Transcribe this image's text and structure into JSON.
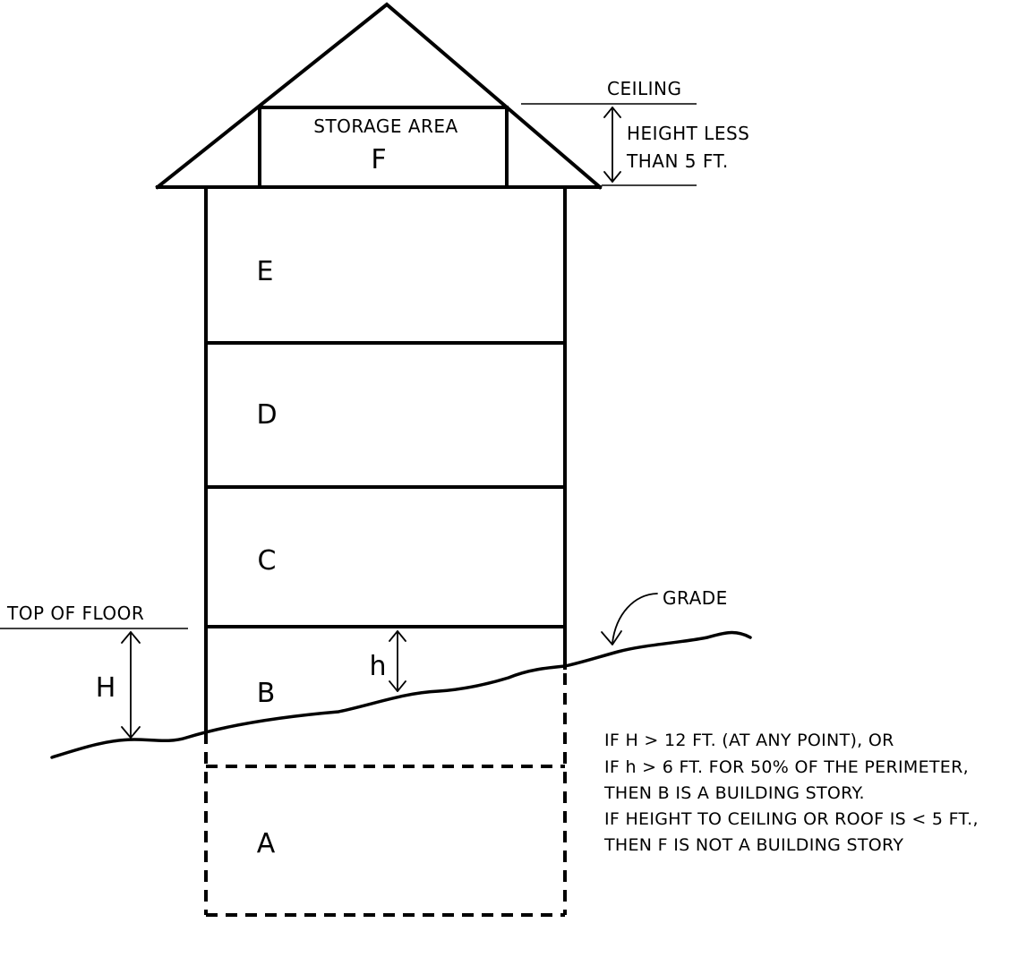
{
  "rooms": {
    "f_title": "STORAGE AREA",
    "f": "F",
    "e": "E",
    "d": "D",
    "c": "C",
    "b": "B",
    "a": "A"
  },
  "labels": {
    "ceiling": "CEILING",
    "height_line1": "HEIGHT LESS",
    "height_line2": "THAN 5 FT.",
    "top_of_floor": "TOP OF FLOOR",
    "grade": "GRADE",
    "big_h": "H",
    "small_h": "h"
  },
  "notes": [
    "IF H > 12 FT. (AT ANY POINT), OR",
    "IF h > 6 FT. FOR 50% OF THE PERIMETER,",
    "THEN B IS A BUILDING STORY.",
    "IF HEIGHT TO CEILING OR ROOF IS < 5 FT.,",
    "THEN F IS NOT A BUILDING STORY"
  ]
}
